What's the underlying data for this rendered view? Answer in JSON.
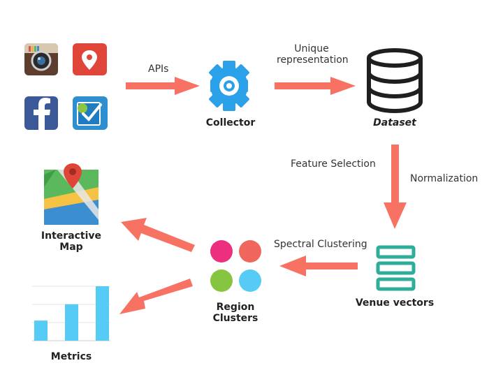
{
  "labels": {
    "apis": "APIs",
    "unique_representation": [
      "Unique",
      "representation"
    ],
    "collector": "Collector",
    "dataset": "Dataset",
    "feature_selection": "Feature Selection",
    "normalization": "Normalization",
    "spectral_clustering": "Spectral Clustering",
    "venue_vectors": "Venue vectors",
    "interactive_map": [
      "Interactive",
      "Map"
    ],
    "region_clusters": [
      "Region",
      "Clusters"
    ],
    "metrics": "Metrics"
  },
  "colors": {
    "arrow": "#f87264",
    "gear": "#2aa1e9",
    "database": "#1f1f1f",
    "venue_vectors": "#2dad9a",
    "cluster_pink": "#ec2f7e",
    "cluster_salmon": "#f1665c",
    "cluster_green": "#86c540",
    "cluster_blue": "#56cbf5",
    "metrics_bar": "#56cbf5"
  },
  "icons": [
    "instagram-icon",
    "location-pin-icon",
    "facebook-icon",
    "foursquare-icon",
    "gear-icon",
    "database-icon",
    "map-icon",
    "list-icon"
  ],
  "metrics_chart": {
    "type": "bar",
    "values": [
      0.37,
      0.67,
      1.0
    ]
  }
}
